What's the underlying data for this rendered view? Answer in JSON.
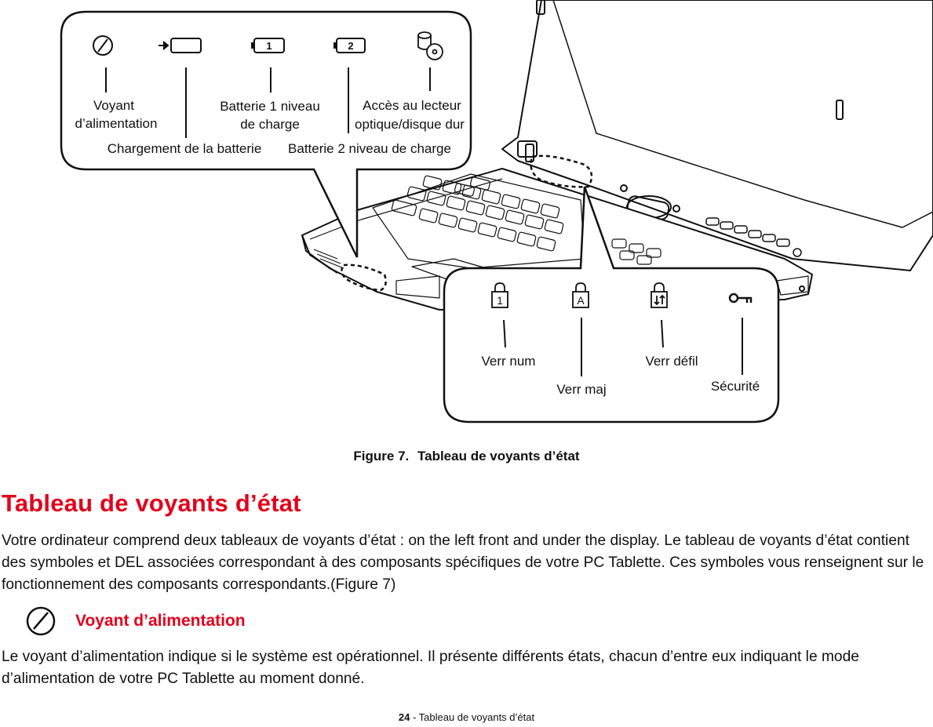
{
  "figure": {
    "top_panel_labels": {
      "power": [
        "Voyant",
        "d’alimentation"
      ],
      "battery_charging": "Chargement de la batterie",
      "battery1": [
        "Batterie 1 niveau",
        "de charge"
      ],
      "battery2": "Batterie 2 niveau de charge",
      "drive_access": [
        "Accès au lecteur",
        "optique/disque dur"
      ]
    },
    "bottom_panel_labels": {
      "num_lock": "Verr num",
      "caps_lock": "Verr maj",
      "scroll_lock": "Verr défil",
      "security": "Sécurité"
    },
    "icon_glyphs": {
      "battery1": "1",
      "battery2": "2",
      "num_lock": "1",
      "caps_lock": "A"
    },
    "icons": [
      "power-icon",
      "battery-charging-icon",
      "battery1-icon",
      "battery2-icon",
      "drive-access-icon",
      "num-lock-icon",
      "caps-lock-icon",
      "scroll-lock-icon",
      "security-key-icon"
    ]
  },
  "caption": {
    "label": "Figure 7.",
    "title": "Tableau de voyants d’état"
  },
  "heading": "Tableau de voyants d’état",
  "paragraph1": "Votre ordinateur comprend deux tableaux de voyants d’état : on the left front and under the display. Le tableau de voyants d’état contient des symboles et DEL associées correspondant à des composants spécifiques de votre PC Tablette. Ces symboles vous renseignent sur le fonctionnement des composants correspondants.(Figure 7)",
  "subheading": "Voyant d’alimentation",
  "paragraph2": "Le voyant d’alimentation indique si le système est opérationnel. Il présente différents états, chacun d’entre eux indiquant le mode d’alimentation de votre PC Tablette au moment donné.",
  "footer": {
    "page_number": "24",
    "section": " - Tableau de voyants d’état"
  },
  "colors": {
    "heading_red": "#e3001b",
    "line_black": "#111111"
  }
}
